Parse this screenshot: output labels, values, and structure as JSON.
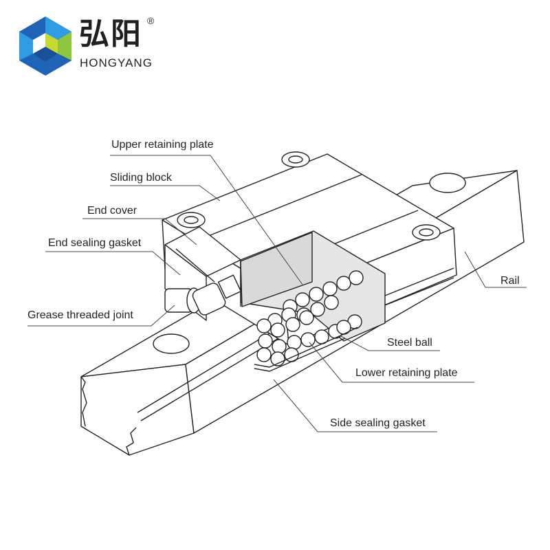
{
  "brand": {
    "name_cn": "弘阳",
    "name_en": "HONGYANG",
    "registered_mark": "®"
  },
  "labels": {
    "upper_retaining_plate": "Upper retaining plate",
    "sliding_block": "Sliding block",
    "end_cover": "End cover",
    "end_sealing_gasket": "End sealing gasket",
    "grease_threaded_joint": "Grease threaded joint",
    "rail": "Rail",
    "steel_ball": "Steel ball",
    "lower_retaining_plate": "Lower retaining plate",
    "side_sealing_gasket": "Side sealing gasket"
  },
  "colors": {
    "logo_blue": "#1e63b5",
    "logo_lightblue": "#2f9be0",
    "logo_green": "#8cc63f",
    "logo_yellowgreen": "#c7d92e",
    "line": "#222222",
    "cutaway_fill": "#e6e6e6"
  }
}
